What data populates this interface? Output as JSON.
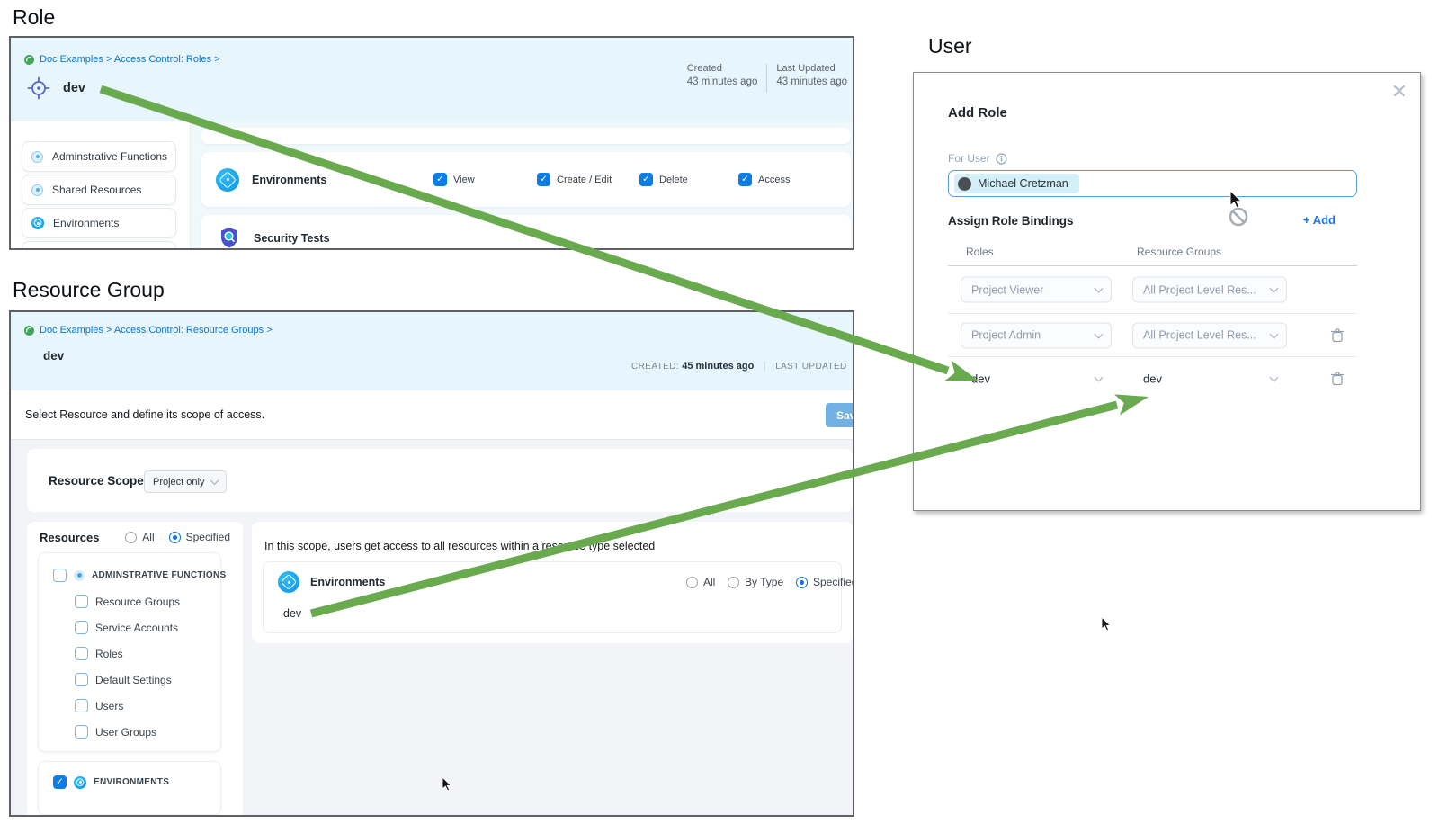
{
  "headings": {
    "role": "Role",
    "resource_group": "Resource Group",
    "user": "User"
  },
  "role_panel": {
    "breadcrumb": "Doc Examples > Access Control: Roles >",
    "title": "dev",
    "created_label": "Created",
    "created_value": "43 minutes ago",
    "updated_label": "Last Updated",
    "updated_value": "43 minutes ago",
    "sidebar": [
      "Adminstrative Functions",
      "Shared Resources",
      "Environments"
    ],
    "resource_row": "Environments",
    "permissions": [
      "View",
      "Create / Edit",
      "Delete",
      "Access"
    ],
    "permissions_all_checked": true,
    "security_row": "Security Tests"
  },
  "resource_group_panel": {
    "breadcrumb": "Doc Examples > Access Control: Resource Groups >",
    "title": "dev",
    "created_label": "CREATED:",
    "created_value": "45 minutes ago",
    "updated_label": "LAST UPDATED",
    "subtitle": "Select Resource and define its scope of access.",
    "save_button": "Save",
    "resource_scope_label": "Resource Scope",
    "resource_scope_value": "Project only",
    "resources_label": "Resources",
    "resources_radios": [
      "All",
      "Specified"
    ],
    "resources_radio_selected": "Specified",
    "tree_parent": "ADMINSTRATIVE FUNCTIONS",
    "tree_children": [
      "Resource Groups",
      "Service Accounts",
      "Roles",
      "Default Settings",
      "Users",
      "User Groups"
    ],
    "tree_environments": "ENVIRONMENTS",
    "tree_environments_checked": true,
    "scope_hint": "In this scope, users get access to all resources within a resource type selected",
    "env_row_label": "Environments",
    "env_radios": [
      "All",
      "By Type",
      "Specified"
    ],
    "env_radio_selected": "Specified",
    "env_selected_value": "dev"
  },
  "add_role_modal": {
    "title": "Add Role",
    "for_user_label": "For User",
    "user_name": "Michael Cretzman",
    "assign_label": "Assign Role Bindings",
    "add_button": "+ Add",
    "columns": {
      "roles": "Roles",
      "resource_groups": "Resource Groups"
    },
    "bindings": [
      {
        "role": "Project Viewer",
        "resource_group": "All Project Level Res..."
      },
      {
        "role": "Project Admin",
        "resource_group": "All Project Level Res..."
      },
      {
        "role": "dev",
        "resource_group": "dev"
      }
    ]
  },
  "colors": {
    "arrow_green": "#6aaa4f",
    "accent_blue": "#0b72d9",
    "link_blue": "#0b74d0",
    "panel_header_bg": "#e7f5fc"
  }
}
